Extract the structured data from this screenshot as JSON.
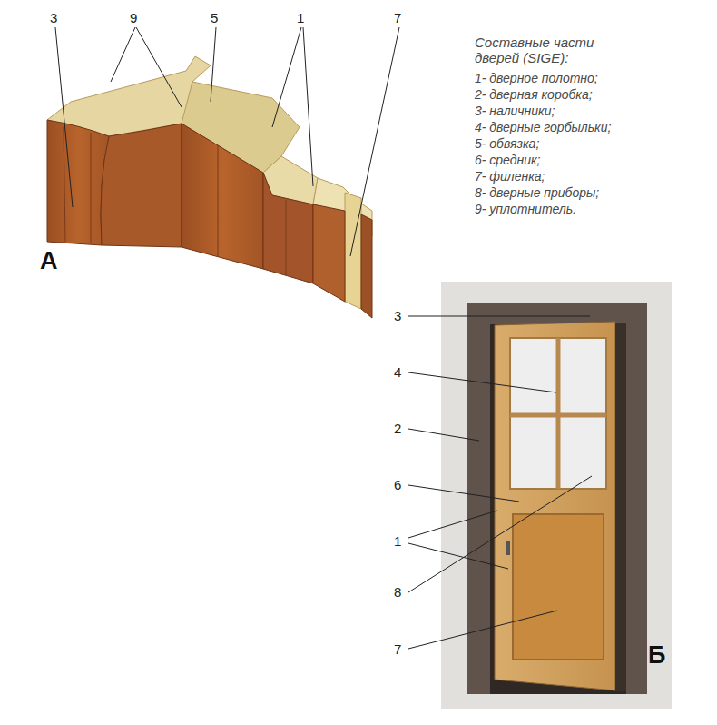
{
  "diagram": {
    "title": "Составные части дверей (SIGE):",
    "labels": [
      "1- дверное полотно;",
      "2- дверная коробка;",
      "3- наличники;",
      "4- дверные горбыльки;",
      "5- обвязка;",
      "6- средник;",
      "7- филенка;",
      "8- дверные приборы;",
      "9- уплотнитель.",
      "3",
      "9",
      "5",
      "1",
      "7",
      "А",
      "3",
      "4",
      "2",
      "6",
      "1",
      "8",
      "7",
      "Б"
    ]
  }
}
